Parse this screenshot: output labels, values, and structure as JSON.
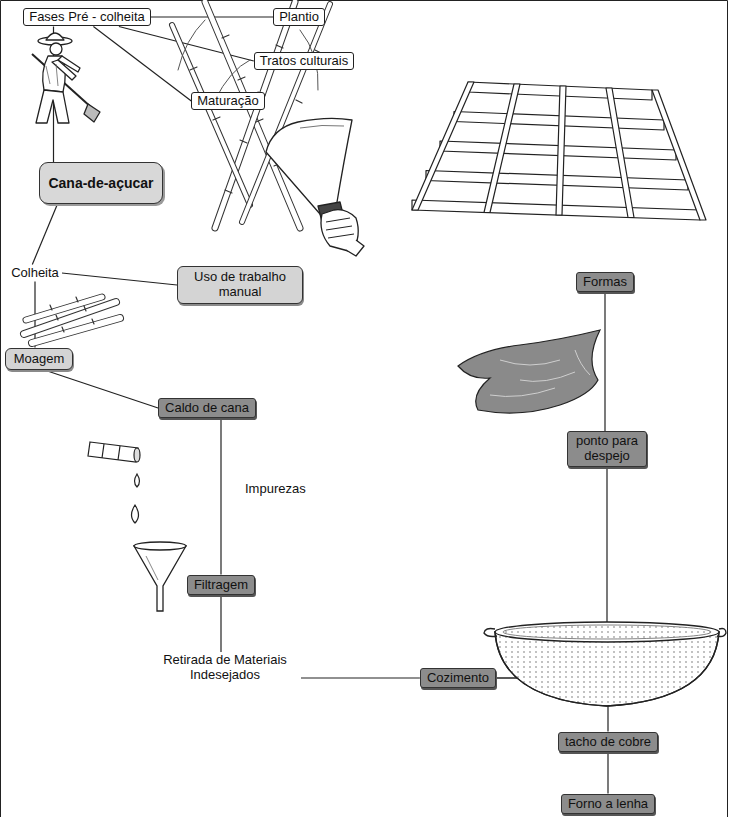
{
  "diagram": {
    "nodes": [
      {
        "text": [
          "Fases Pré - colheita"
        ]
      },
      {
        "text": [
          "Plantio"
        ]
      },
      {
        "text": [
          "Tratos culturais"
        ]
      },
      {
        "text": [
          "Maturação"
        ]
      },
      {
        "text": [
          "Cana-de-açucar"
        ]
      },
      {
        "text": [
          "Colheita"
        ]
      },
      {
        "text": [
          "Uso de trabalho manual"
        ]
      },
      {
        "text": [
          "Moagem"
        ]
      },
      {
        "text": [
          "Caldo de cana"
        ]
      },
      {
        "text": [
          "Filtragem"
        ]
      },
      {
        "text": [
          "Retirada de Materiais Indesejados"
        ]
      },
      {
        "text": [
          "Cozimento"
        ]
      },
      {
        "text": [
          "tacho de cobre"
        ]
      },
      {
        "text": [
          "Forno a lenha"
        ]
      },
      {
        "text": [
          "Formas"
        ]
      },
      {
        "text": [
          "ponto para despejo"
        ]
      }
    ],
    "edges": [
      {
        "from": 0,
        "to": 1,
        "arrow": "none"
      },
      {
        "from": 0,
        "to": 2,
        "arrow": "none"
      },
      {
        "from": 0,
        "to": 3,
        "arrow": "none"
      },
      {
        "from": 0,
        "to": 4,
        "arrow": "none"
      },
      {
        "from": 4,
        "to": 5,
        "arrow": "none"
      },
      {
        "from": 5,
        "to": 6,
        "arrow": "none"
      },
      {
        "from": 5,
        "to": 7,
        "arrow": "none"
      },
      {
        "from": 7,
        "to": 8,
        "arrow": "none"
      },
      {
        "from": 8,
        "to": 9,
        "arrow": "none"
      },
      {
        "from": 9,
        "to": 10,
        "arrow": "none"
      },
      {
        "from": 10,
        "to": 11,
        "arrow": "none"
      },
      {
        "from": 15,
        "to": 11,
        "arrow": "none"
      },
      {
        "from": 11,
        "to": 12,
        "arrow": "none"
      },
      {
        "from": 12,
        "to": 13,
        "arrow": "none"
      },
      {
        "from": 14,
        "to": 15,
        "arrow": "none"
      }
    ],
    "labels": [
      "Impurezas"
    ]
  }
}
